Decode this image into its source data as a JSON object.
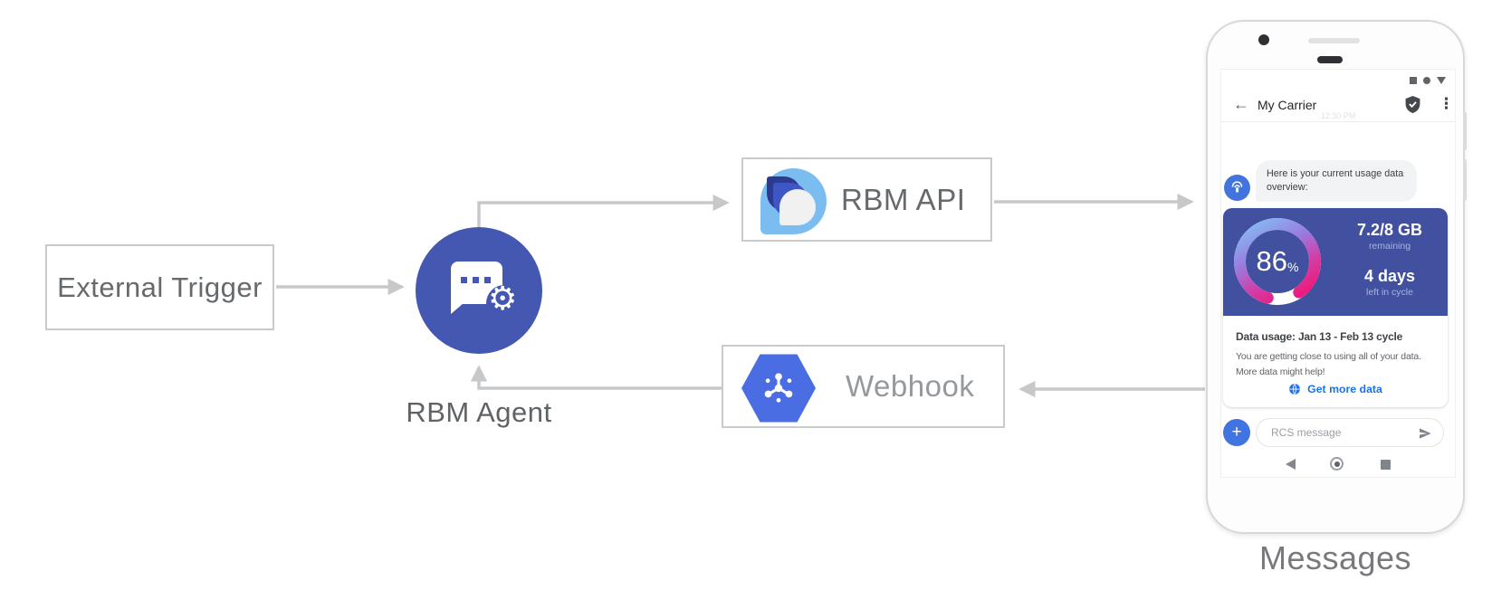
{
  "diagram": {
    "external_trigger_label": "External Trigger",
    "rbm_agent_label": "RBM Agent",
    "rbm_api_label": "RBM API",
    "webhook_label": "Webhook",
    "messages_caption": "Messages"
  },
  "icons": {
    "back_arrow": "←",
    "menu_dots": "⋮",
    "gear": "⚙",
    "plus": "+"
  },
  "phone": {
    "status_icons": [
      "square",
      "circle",
      "triangle"
    ],
    "app_bar": {
      "title": "My Carrier"
    },
    "timestamp": "12:30 PM",
    "chat": {
      "agent_message": "Here is your current usage data overview:",
      "card": {
        "gauge_percent": 86,
        "gauge_unit": "%",
        "data_remaining_value": "7.2/8 GB",
        "data_remaining_label": "remaining",
        "days_left_value": "4 days",
        "days_left_label": "left in cycle",
        "title": "Data usage: Jan 13 - Feb 13 cycle",
        "body_line1": "You are getting close to using all of your data.",
        "body_line2": "More data might help!",
        "action_label": "Get more data"
      }
    },
    "compose": {
      "placeholder": "RCS message"
    }
  },
  "colors": {
    "agent_indigo": "#4457b1",
    "card_blue": "#41509f",
    "action_blue": "#1a73e8",
    "bright_blue": "#4273e2",
    "hexagon_blue": "#4a6de3",
    "arrow_gray": "#c6c8ca",
    "gauge_gradient": [
      "#85b7f2",
      "#9a7be0",
      "#d23da8",
      "#ec1c7c"
    ]
  }
}
